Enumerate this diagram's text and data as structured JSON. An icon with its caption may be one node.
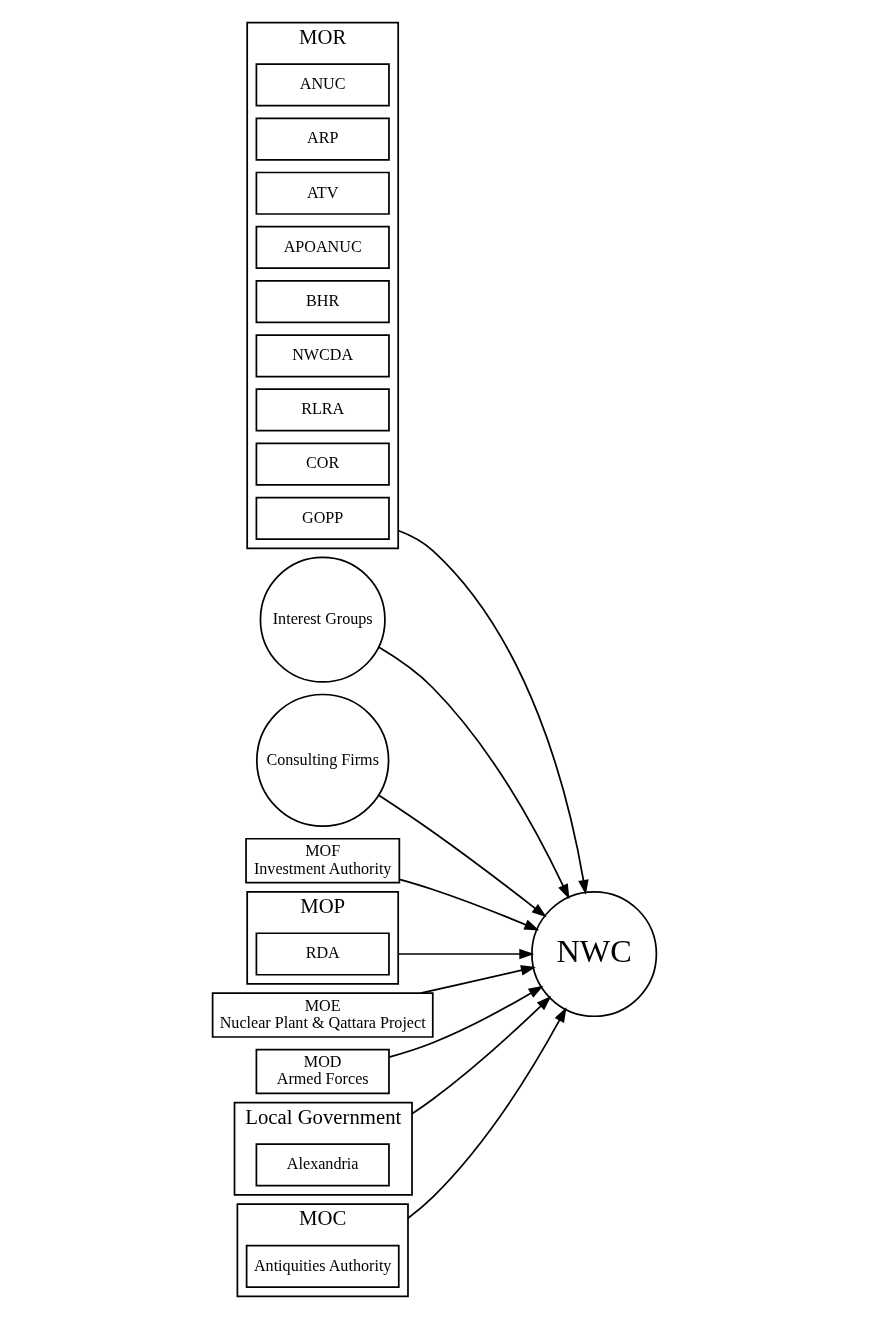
{
  "diagram": {
    "nodes": [
      {
        "text": [
          "MOR"
        ]
      },
      {
        "text": [
          "ANUC"
        ],
        "in": 0
      },
      {
        "text": [
          "ARP"
        ],
        "in": 0
      },
      {
        "text": [
          "ATV"
        ],
        "in": 0
      },
      {
        "text": [
          "APOANUC"
        ],
        "in": 0
      },
      {
        "text": [
          "BHR"
        ],
        "in": 0
      },
      {
        "text": [
          "NWCDA"
        ],
        "in": 0
      },
      {
        "text": [
          "RLRA"
        ],
        "in": 0
      },
      {
        "text": [
          "COR"
        ],
        "in": 0
      },
      {
        "text": [
          "GOPP"
        ],
        "in": 0
      },
      {
        "text": [
          "Interest Groups"
        ]
      },
      {
        "text": [
          "Consulting Firms"
        ]
      },
      {
        "text": [
          "MOF",
          "Investment Authority"
        ]
      },
      {
        "text": [
          "MOP"
        ]
      },
      {
        "text": [
          "RDA"
        ],
        "in": 13
      },
      {
        "text": [
          "NWC"
        ]
      },
      {
        "text": [
          "MOE",
          "Nuclear Plant & Qattara Project"
        ]
      },
      {
        "text": [
          "MOD",
          "Armed Forces"
        ]
      },
      {
        "text": [
          "Local Government"
        ]
      },
      {
        "text": [
          "Alexandria"
        ],
        "in": 18
      },
      {
        "text": [
          "MOC"
        ]
      },
      {
        "text": [
          "Antiquities Authority"
        ],
        "in": 20
      }
    ],
    "edges": [
      {
        "from": 0,
        "to": 15,
        "arrow": "to"
      },
      {
        "from": 10,
        "to": 15,
        "arrow": "to"
      },
      {
        "from": 11,
        "to": 15,
        "arrow": "to"
      },
      {
        "from": 12,
        "to": 15,
        "arrow": "to"
      },
      {
        "from": 13,
        "to": 15,
        "arrow": "to"
      },
      {
        "from": 16,
        "to": 15,
        "arrow": "to"
      },
      {
        "from": 17,
        "to": 15,
        "arrow": "to"
      },
      {
        "from": 18,
        "to": 15,
        "arrow": "to"
      },
      {
        "from": 20,
        "to": 15,
        "arrow": "to"
      }
    ]
  }
}
